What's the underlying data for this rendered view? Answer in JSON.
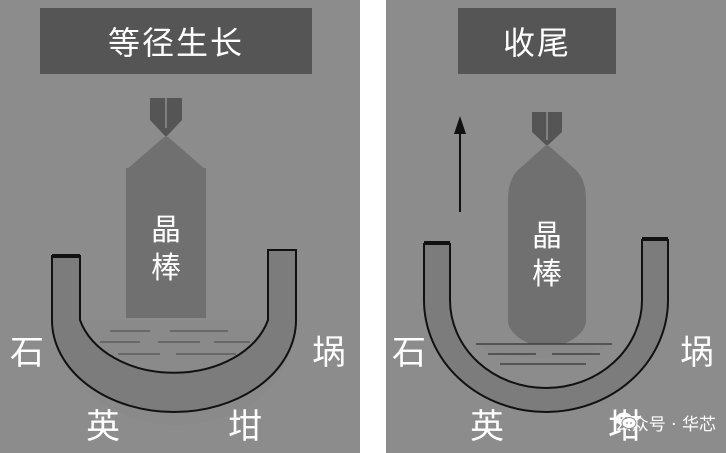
{
  "panels": {
    "left": {
      "title": "等径生长",
      "rod_label_line1": "晶",
      "rod_label_line2": "棒",
      "crucible_label_left": "石",
      "crucible_label_right": "埚",
      "crucible_label_bottom_left": "英",
      "crucible_label_bottom_right": "坩"
    },
    "right": {
      "title": "收尾",
      "rod_label_line1": "晶",
      "rod_label_line2": "棒",
      "crucible_label_left": "石",
      "crucible_label_right": "埚",
      "crucible_label_bottom_left": "英",
      "crucible_label_bottom_right": "坩"
    }
  },
  "watermark": {
    "text": "公众号 · 华芯",
    "icon": "wechat-icon"
  },
  "colors": {
    "panel_bg": "#8c8c8c",
    "title_bg": "#555555",
    "rod": "#707070",
    "seed_holder": "#555555",
    "crucible": "#7c7c7c",
    "melt": "#8a8a8a",
    "outline": "#111111",
    "text": "#ffffff"
  }
}
